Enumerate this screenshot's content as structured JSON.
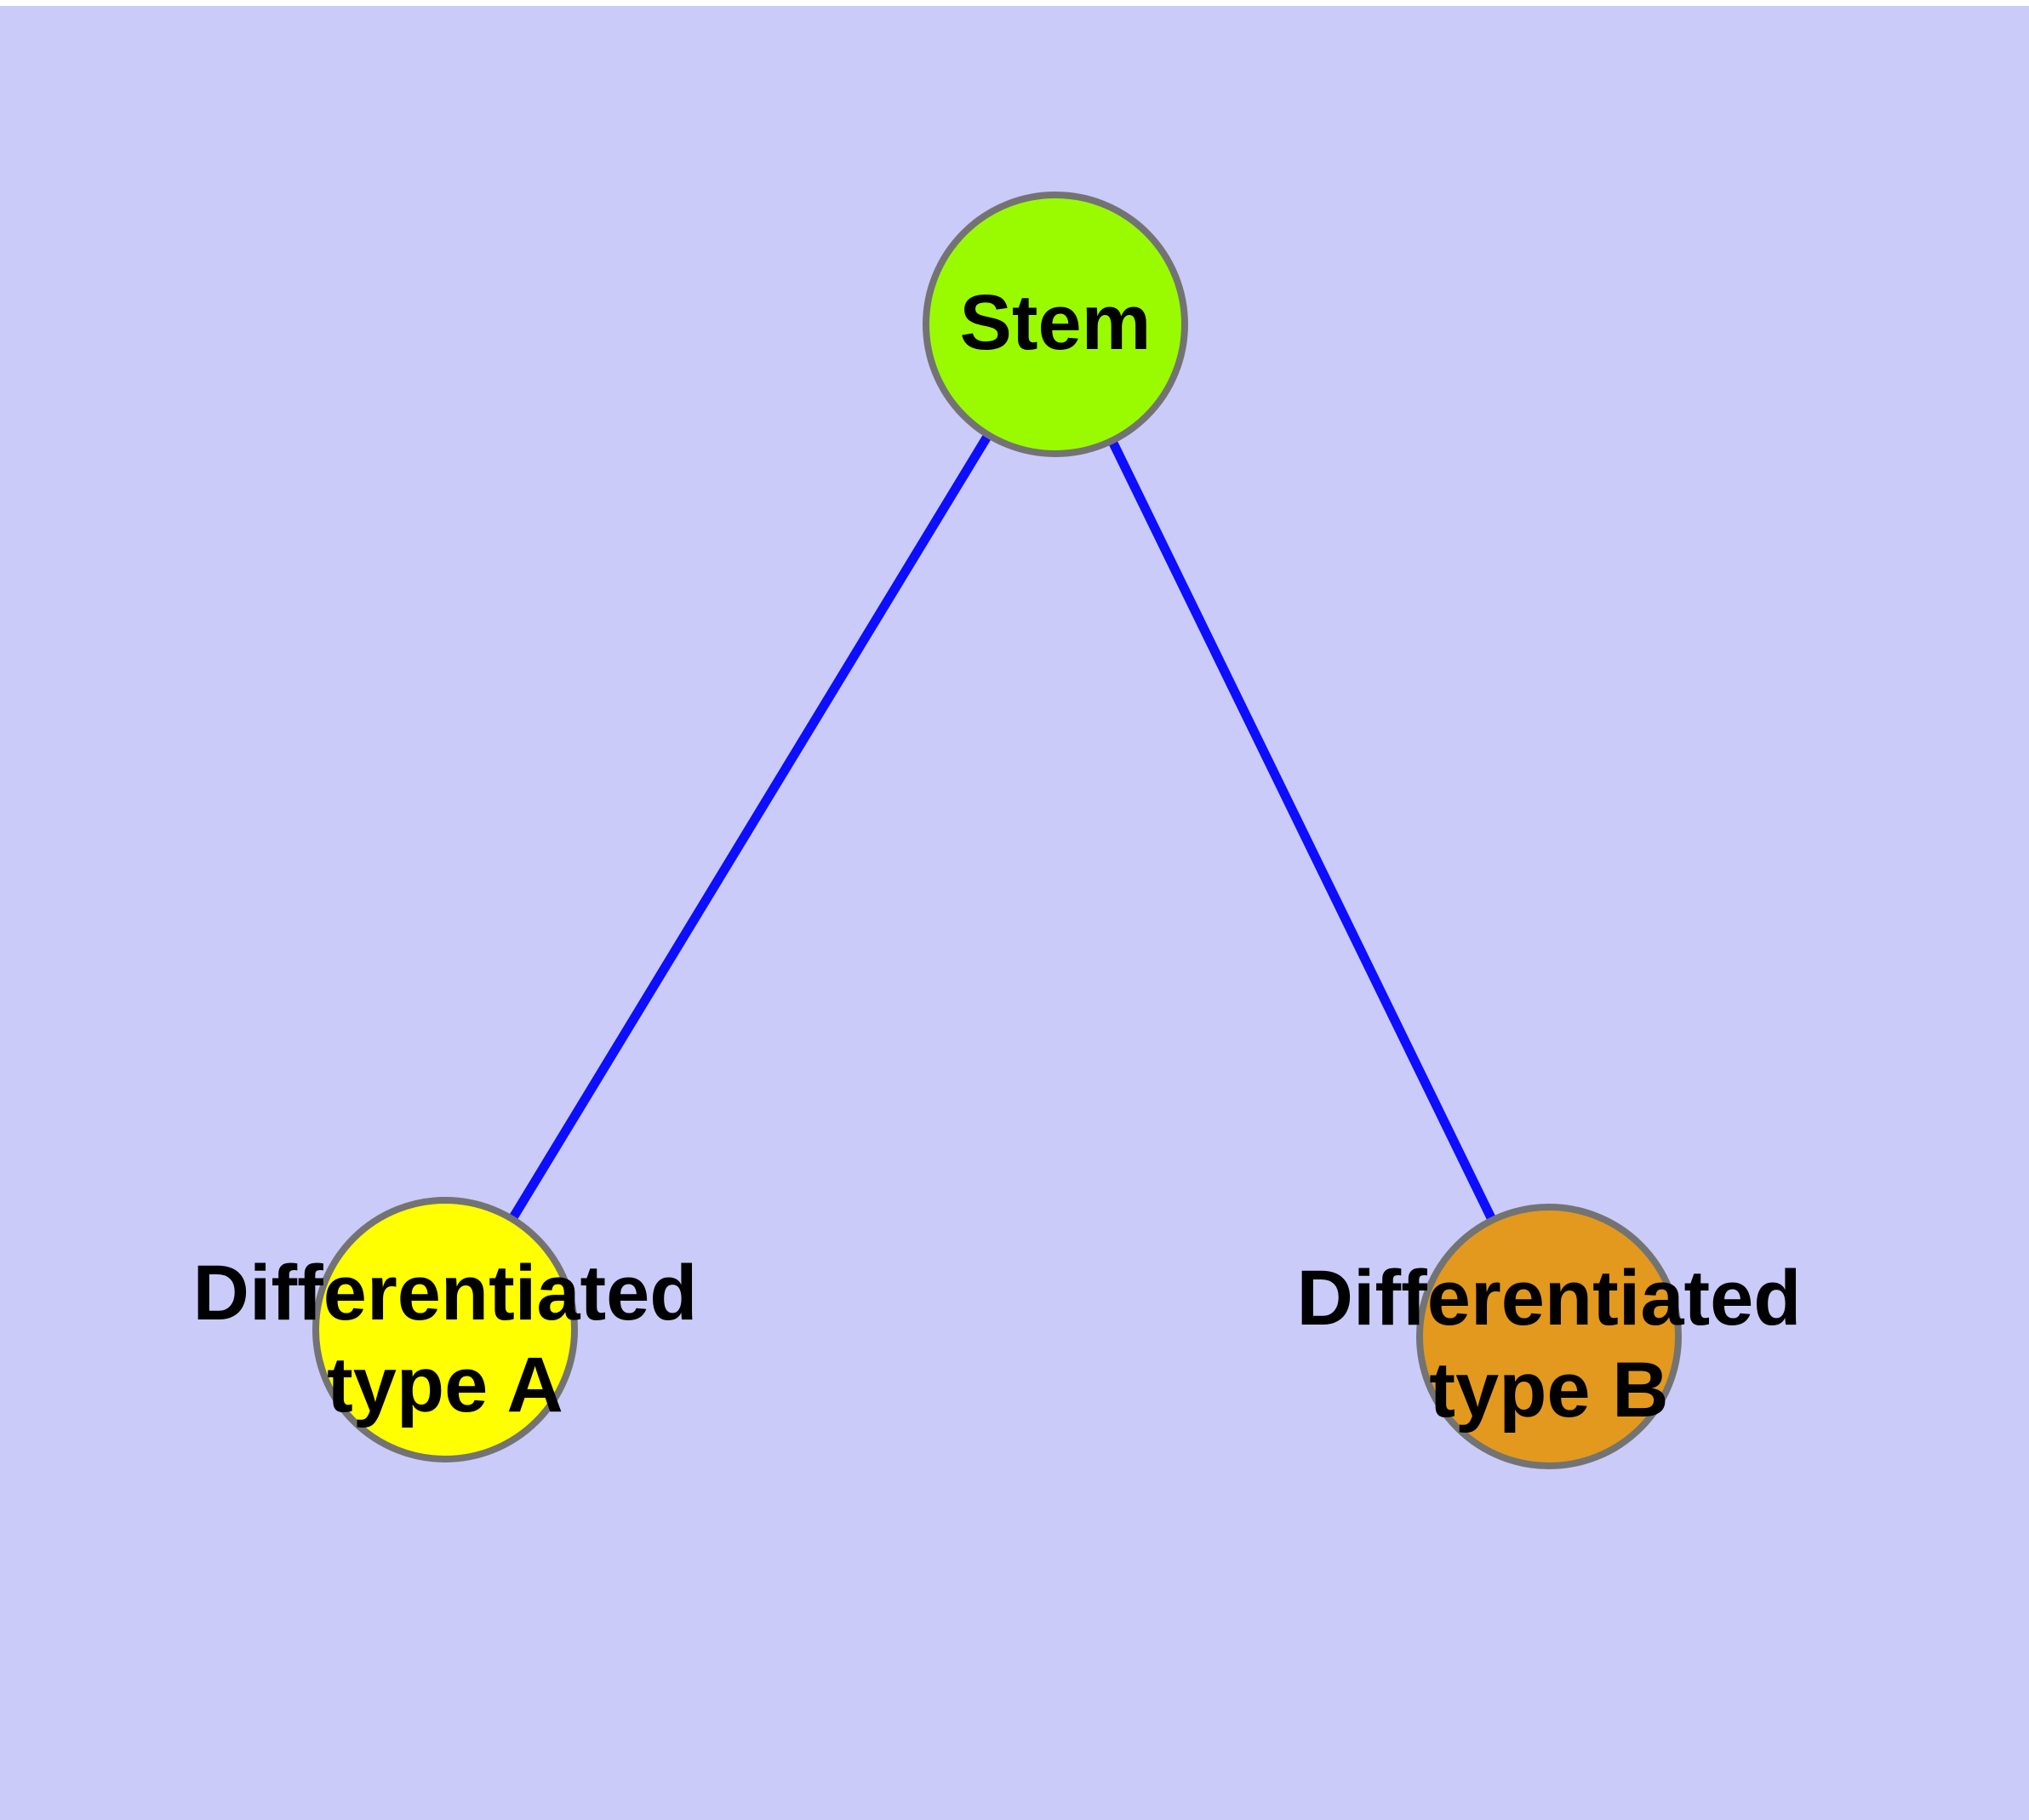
{
  "diagram": {
    "type": "node-link-tree",
    "colors": {
      "background": "#CACBF9",
      "top_strip": "#FFFFFF",
      "edge": "#0D0DFF",
      "node_border": "#737373",
      "label_text": "#000000",
      "stem_fill": "#9AFB00",
      "type_a_fill": "#FFFF00",
      "type_b_fill": "#E2991E"
    },
    "nodes": [
      {
        "id": "stem",
        "line1": "Stem",
        "line2": "",
        "fill": "#9AFB00"
      },
      {
        "id": "differentiated-type-a",
        "line1": "Differentiated",
        "line2": "type A",
        "fill": "#FFFF00"
      },
      {
        "id": "differentiated-type-b",
        "line1": "Differentiated",
        "line2": "type B",
        "fill": "#E2991E"
      }
    ],
    "edges": [
      {
        "from": "Stem",
        "to": "Differentiated type A"
      },
      {
        "from": "Stem",
        "to": "Differentiated type B"
      }
    ]
  }
}
